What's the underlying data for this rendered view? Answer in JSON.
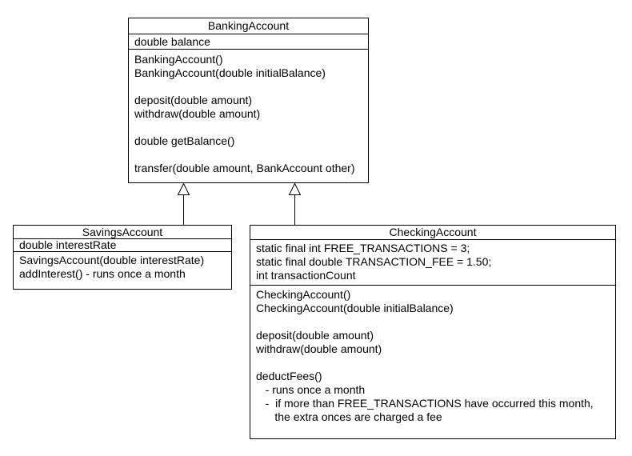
{
  "diagram": {
    "background_color": "#ffffff",
    "line_color": "#000000",
    "text_color": "#000000",
    "classes": [
      {
        "name": "BankingAccount",
        "attributes": [
          "double balance"
        ],
        "methods": [
          "BankingAccount()",
          "BankingAccount(double initialBalance)",
          "",
          "deposit(double amount)",
          "withdraw(double amount)",
          "",
          "double getBalance()",
          "",
          "transfer(double amount, BankAccount other)"
        ]
      },
      {
        "name": "SavingsAccount",
        "attributes": [
          "double interestRate"
        ],
        "methods": [
          "SavingsAccount(double interestRate)",
          "addInterest() - runs once a month"
        ]
      },
      {
        "name": "CheckingAccount",
        "attributes": [
          "static final int FREE_TRANSACTIONS = 3;",
          "static final double TRANSACTION_FEE = 1.50;",
          "int transactionCount"
        ],
        "methods": [
          "CheckingAccount()",
          "CheckingAccount(double initialBalance)",
          "",
          "deposit(double amount)",
          "withdraw(double amount)",
          "",
          "deductFees()",
          "   - runs once a month",
          "   -  if more than FREE_TRANSACTIONS have occurred this month,",
          "      the extra onces are charged a fee"
        ]
      }
    ],
    "relationships": [
      {
        "type": "inheritance",
        "from": "SavingsAccount",
        "to": "BankingAccount"
      },
      {
        "type": "inheritance",
        "from": "CheckingAccount",
        "to": "BankingAccount"
      }
    ]
  }
}
